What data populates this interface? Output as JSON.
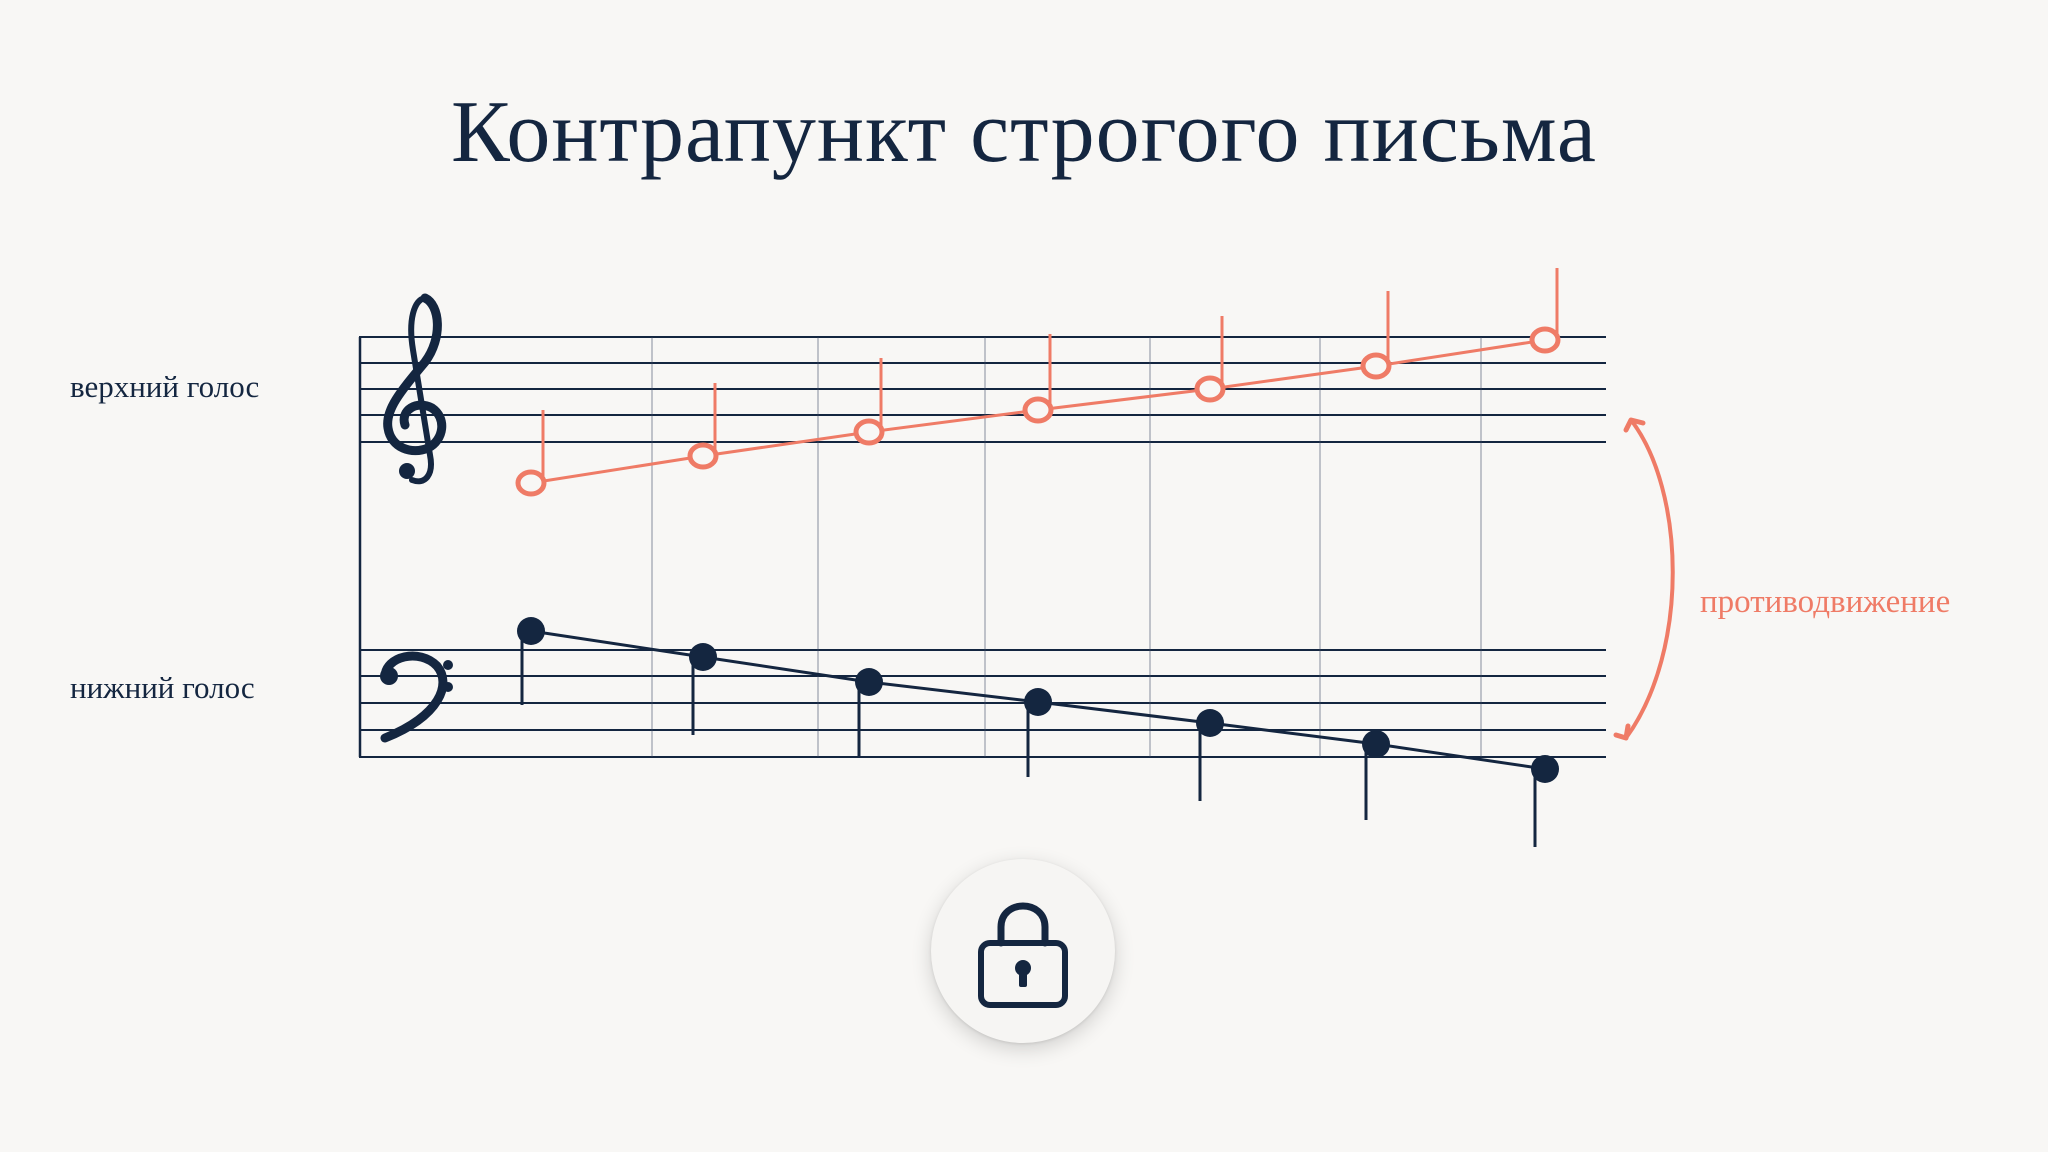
{
  "title": "Контрапункт строгого письма",
  "labels": {
    "upper_voice": "верхний голос",
    "lower_voice": "нижний голос",
    "motion": "противодвижение"
  },
  "icons": {
    "treble_clef": "treble-clef-icon",
    "bass_clef": "bass-clef-icon",
    "lock": "lock-icon"
  },
  "colors": {
    "ink": "#142640",
    "accent": "#ef7b66",
    "background": "#f8f7f5"
  },
  "music": {
    "upper_voice_direction": "ascending",
    "lower_voice_direction": "descending",
    "note_count_per_voice": 7
  }
}
